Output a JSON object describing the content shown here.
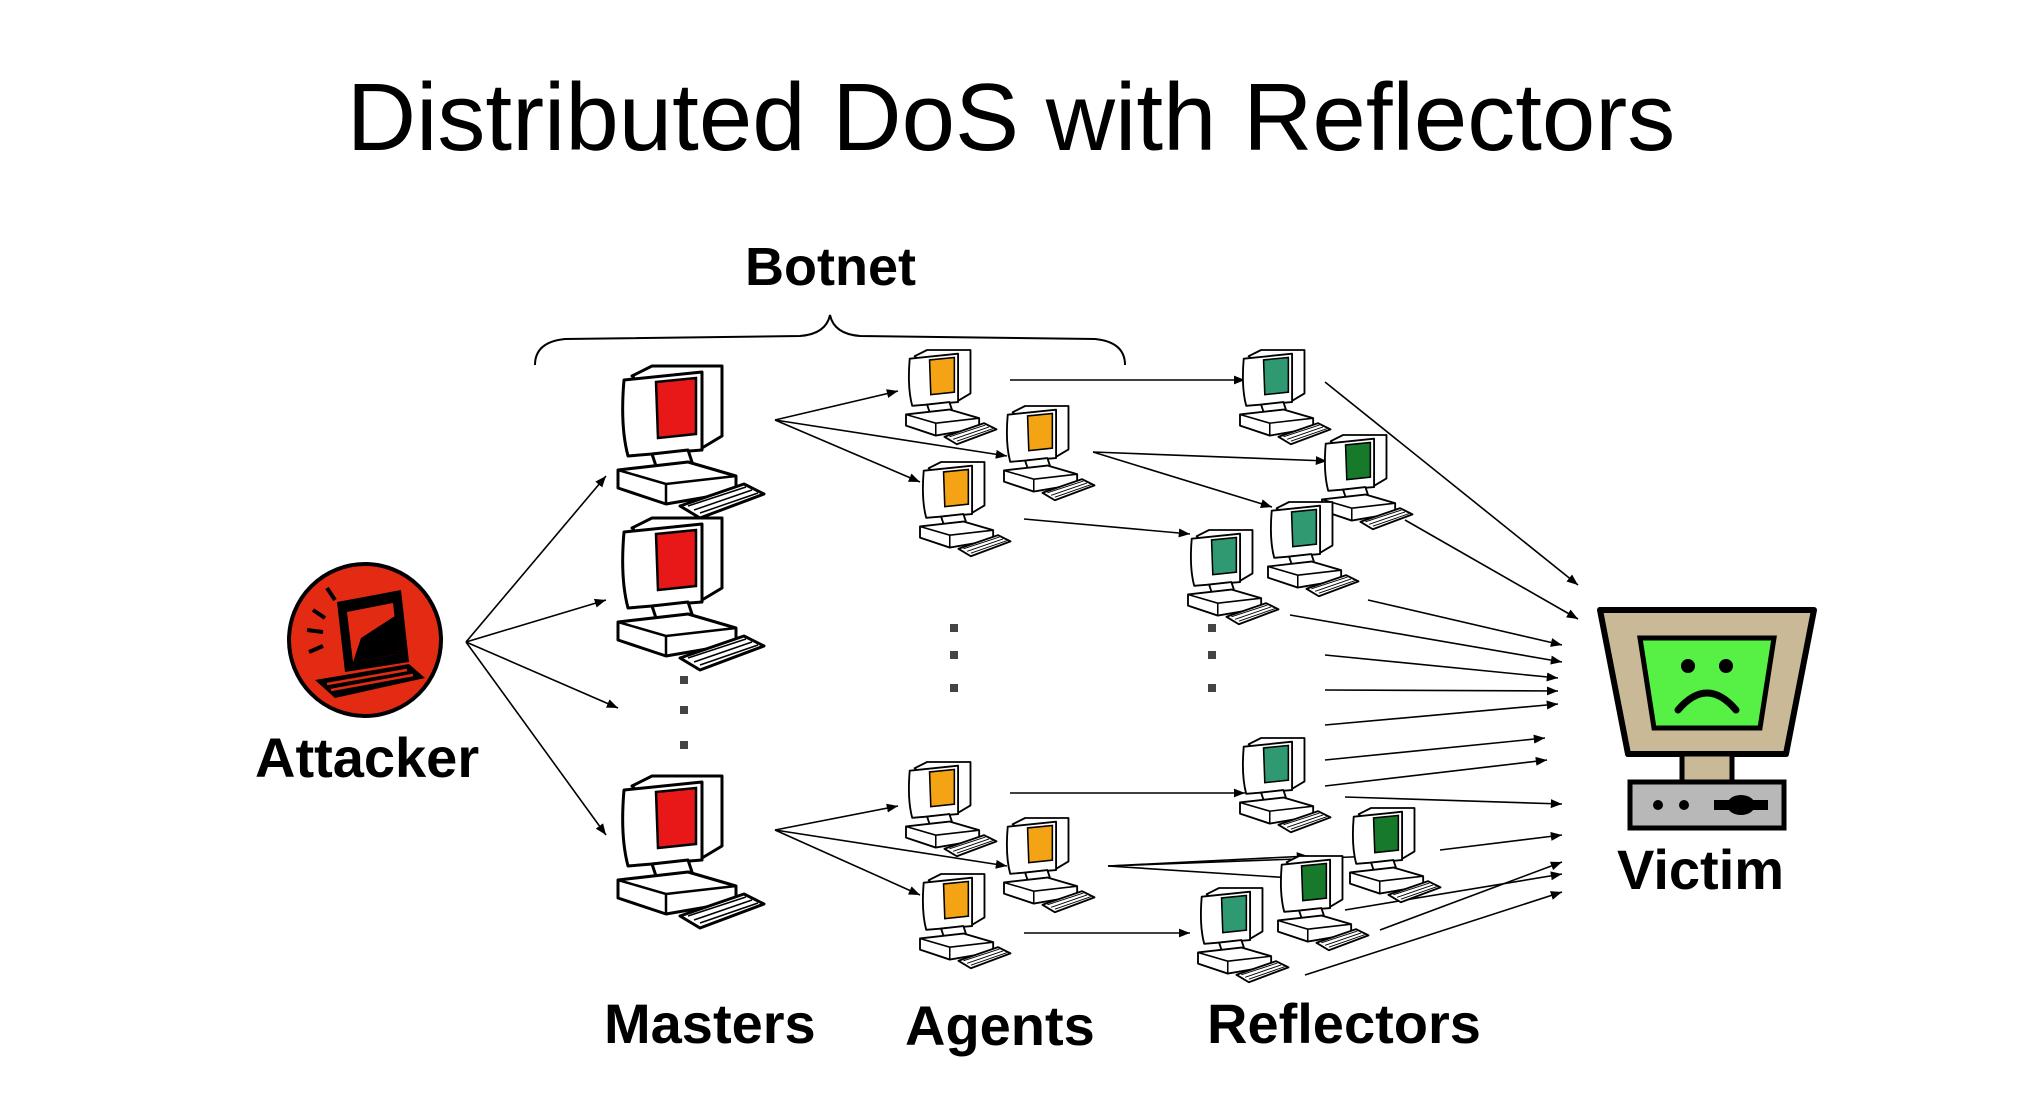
{
  "title": "Distributed DoS with Reflectors",
  "labels": {
    "botnet": "Botnet",
    "attacker": "Attacker",
    "masters": "Masters",
    "agents": "Agents",
    "reflectors": "Reflectors",
    "victim": "Victim"
  },
  "colors": {
    "attacker": "#e32b14",
    "master": "#e81818",
    "agent": "#f3a313",
    "reflector_teal": "#2f9a72",
    "reflector_green": "#177a2a",
    "victim_screen": "#57f044",
    "victim_frame": "#c9b997",
    "victim_base": "#b8b8b8",
    "line": "#000000"
  },
  "icons": [
    "attacker-icon",
    "master-computer-icon",
    "agent-computer-icon",
    "reflector-computer-icon",
    "victim-monitor-icon",
    "sad-face-icon"
  ]
}
